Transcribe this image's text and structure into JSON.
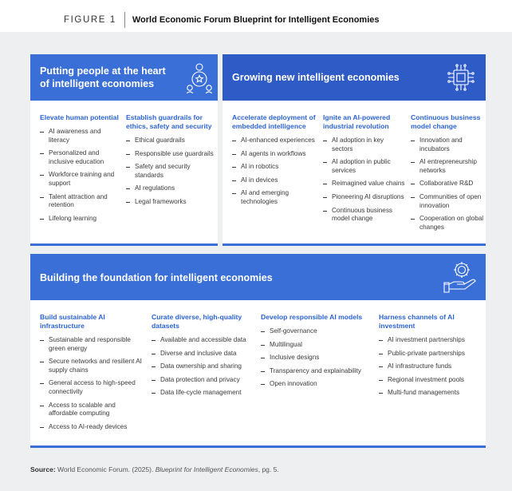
{
  "figure": {
    "label": "FIGURE 1",
    "title": "World Economic Forum Blueprint for Intelligent Economies"
  },
  "colors": {
    "primary": "#3b6fd8",
    "heading_text": "#2c63d4",
    "background": "#eeeff1"
  },
  "sections": {
    "people": {
      "title": "Putting people at the heart of intelligent economies",
      "icon": "people-group-star-icon",
      "columns": [
        {
          "title": "Elevate human potential",
          "items": [
            "AI awareness and literacy",
            "Personalized and inclusive education",
            "Workforce training and support",
            "Talent attraction and retention",
            "Lifelong learning"
          ]
        },
        {
          "title": "Establish guardrails for ethics, safety and security",
          "items": [
            "Ethical guardrails",
            "Responsible use guardrails",
            "Safety and security standards",
            "AI regulations",
            "Legal frameworks"
          ]
        }
      ]
    },
    "growing": {
      "title": "Growing new intelligent economies",
      "icon": "ai-chip-icon",
      "columns": [
        {
          "title": "Accelerate deployment of embedded intelligence",
          "items": [
            "AI-enhanced experiences",
            "AI agents in workflows",
            "AI in robotics",
            "AI in devices",
            "AI and emerging technologies"
          ]
        },
        {
          "title": "Ignite an AI-powered industrial revolution",
          "items": [
            "AI adoption in key sectors",
            "AI adoption in public services",
            "Reimagined value chains",
            "Pioneering AI disruptions",
            "Continuous business model change"
          ]
        },
        {
          "title": "Continuous business model change",
          "items": [
            "Innovation and incubators",
            "AI entrepreneurship networks",
            "Collaborative R&D",
            "Communities of open innovation",
            "Cooperation on global changes"
          ]
        }
      ]
    },
    "foundation": {
      "title": "Building the foundation for intelligent economies",
      "icon": "hand-gear-icon",
      "columns": [
        {
          "title": "Build sustainable AI infrastructure",
          "items": [
            "Sustainable and responsible green energy",
            "Secure networks and resilient AI supply chains",
            "General access to high-speed connectivity",
            "Access to scalable and affordable computing",
            "Access to AI-ready devices"
          ]
        },
        {
          "title": "Curate diverse, high-quality datasets",
          "items": [
            "Available and accessible data",
            "Diverse and inclusive data",
            "Data ownership and sharing",
            "Data protection and privacy",
            "Data life-cycle management"
          ]
        },
        {
          "title": "Develop responsible AI models",
          "items": [
            "Self-governance",
            "Multilingual",
            "Inclusive designs",
            "Transparency and explainability",
            "Open innovation"
          ]
        },
        {
          "title": "Harness channels of AI investment",
          "items": [
            "AI investment partnerships",
            "Public-private partnerships",
            "AI infrastructure funds",
            "Regional investment pools",
            "Multi-fund managements"
          ]
        }
      ]
    }
  },
  "source": {
    "label": "Source:",
    "text": "World Economic Forum. (2025).",
    "publication": "Blueprint for Intelligent Economies",
    "page": ", pg. 5."
  }
}
